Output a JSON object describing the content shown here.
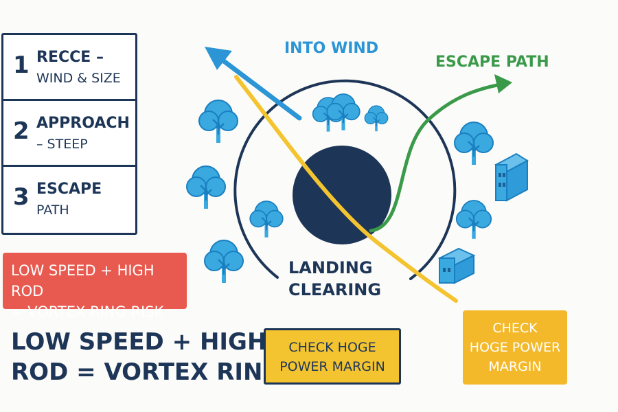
{
  "steps": [
    {
      "number": "1",
      "line1": "RECCE –",
      "line2": "WIND & SIZE"
    },
    {
      "number": "2",
      "line1": "APPROACH",
      "line2": "– STEEP"
    },
    {
      "number": "3",
      "line1": "ESCAPE",
      "line2": "PATH"
    }
  ],
  "warning_banner": {
    "line1": "LOW SPEED + HIGH ROD",
    "line2": "= VORTEX RING RISK"
  },
  "big_warning": {
    "line1": "LOW SPEED + HIGH",
    "line2": "ROD = VORTEX RING"
  },
  "hoge_box_1": {
    "line1": "CHECK HOGE",
    "line2": "POWER MARGIN"
  },
  "hoge_box_2": {
    "line1": "CHECK",
    "line2": "HOGE POWER",
    "line3": "MARGIN"
  },
  "labels": {
    "into_wind": "INTO WIND",
    "escape_path": "ESCAPE PATH",
    "clearing_line1": "LANDING",
    "clearing_line2": "CLEARING"
  },
  "colors": {
    "navy": "#1d3557",
    "wind_blue": "#2b95d6",
    "escape_green": "#3a9a4a",
    "approach_yellow": "#f4c430",
    "warning_red": "#e85a4f",
    "tree_blue": "#3aa9e0"
  },
  "icons": [
    "tree-icon",
    "building-icon",
    "arrow-icon"
  ]
}
